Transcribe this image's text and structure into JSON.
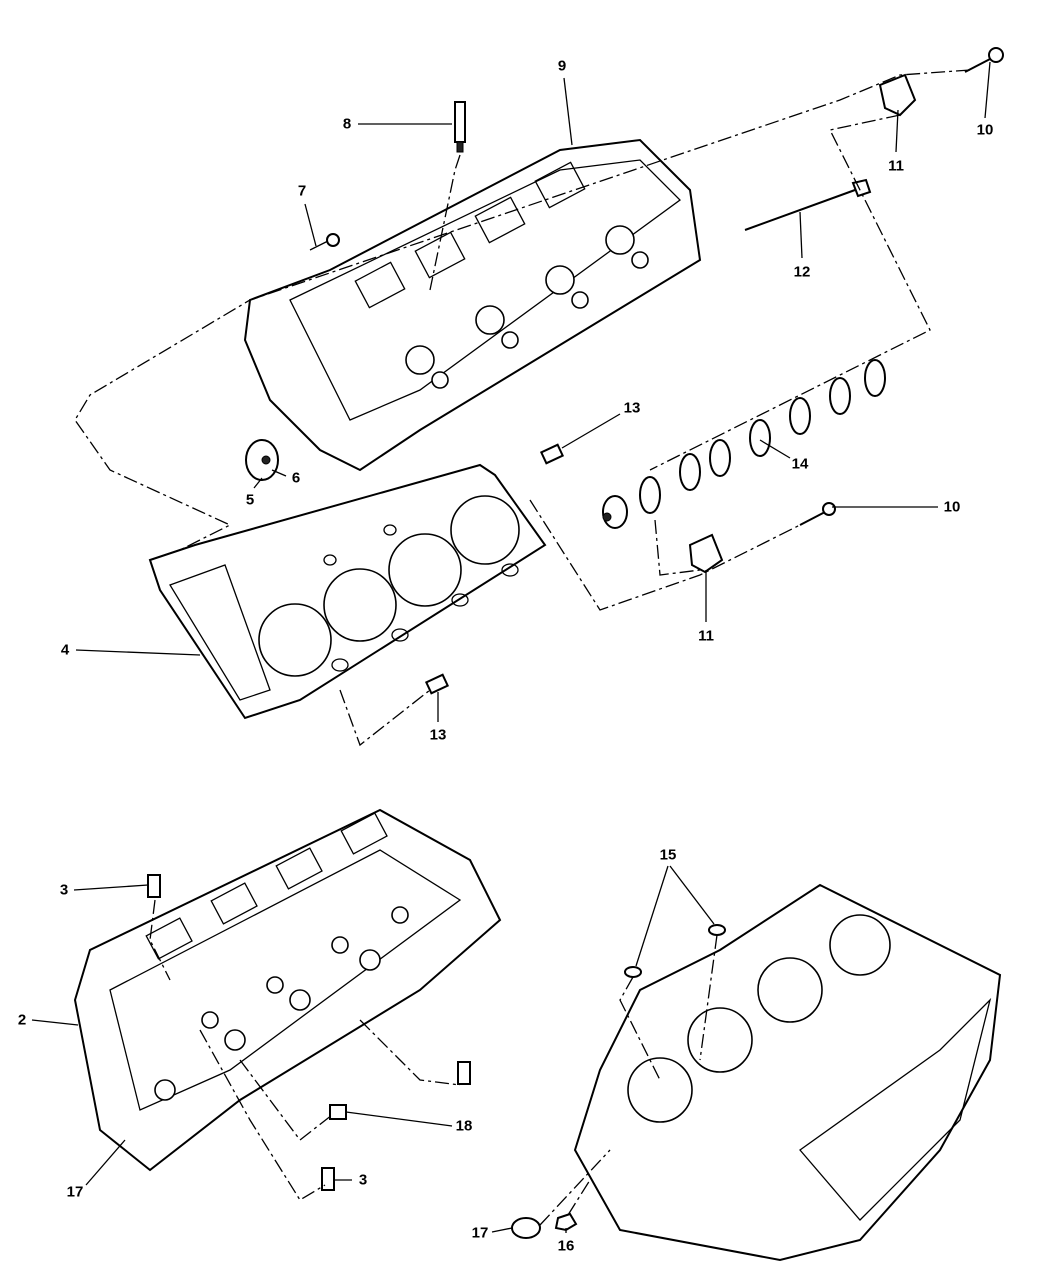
{
  "diagram": {
    "title": "Cylinder Head Assembly",
    "callouts": {
      "c9": "9",
      "c8": "8",
      "c10a": "10",
      "c11a": "11",
      "c7": "7",
      "c12": "12",
      "c13a": "13",
      "c14": "14",
      "c6": "6",
      "c5": "5",
      "c10b": "10",
      "c4": "4",
      "c11b": "11",
      "c13b": "13",
      "c15": "15",
      "c3a": "3",
      "c2": "2",
      "c18": "18",
      "c17a": "17",
      "c3b": "3",
      "c17b": "17",
      "c16": "16"
    }
  }
}
